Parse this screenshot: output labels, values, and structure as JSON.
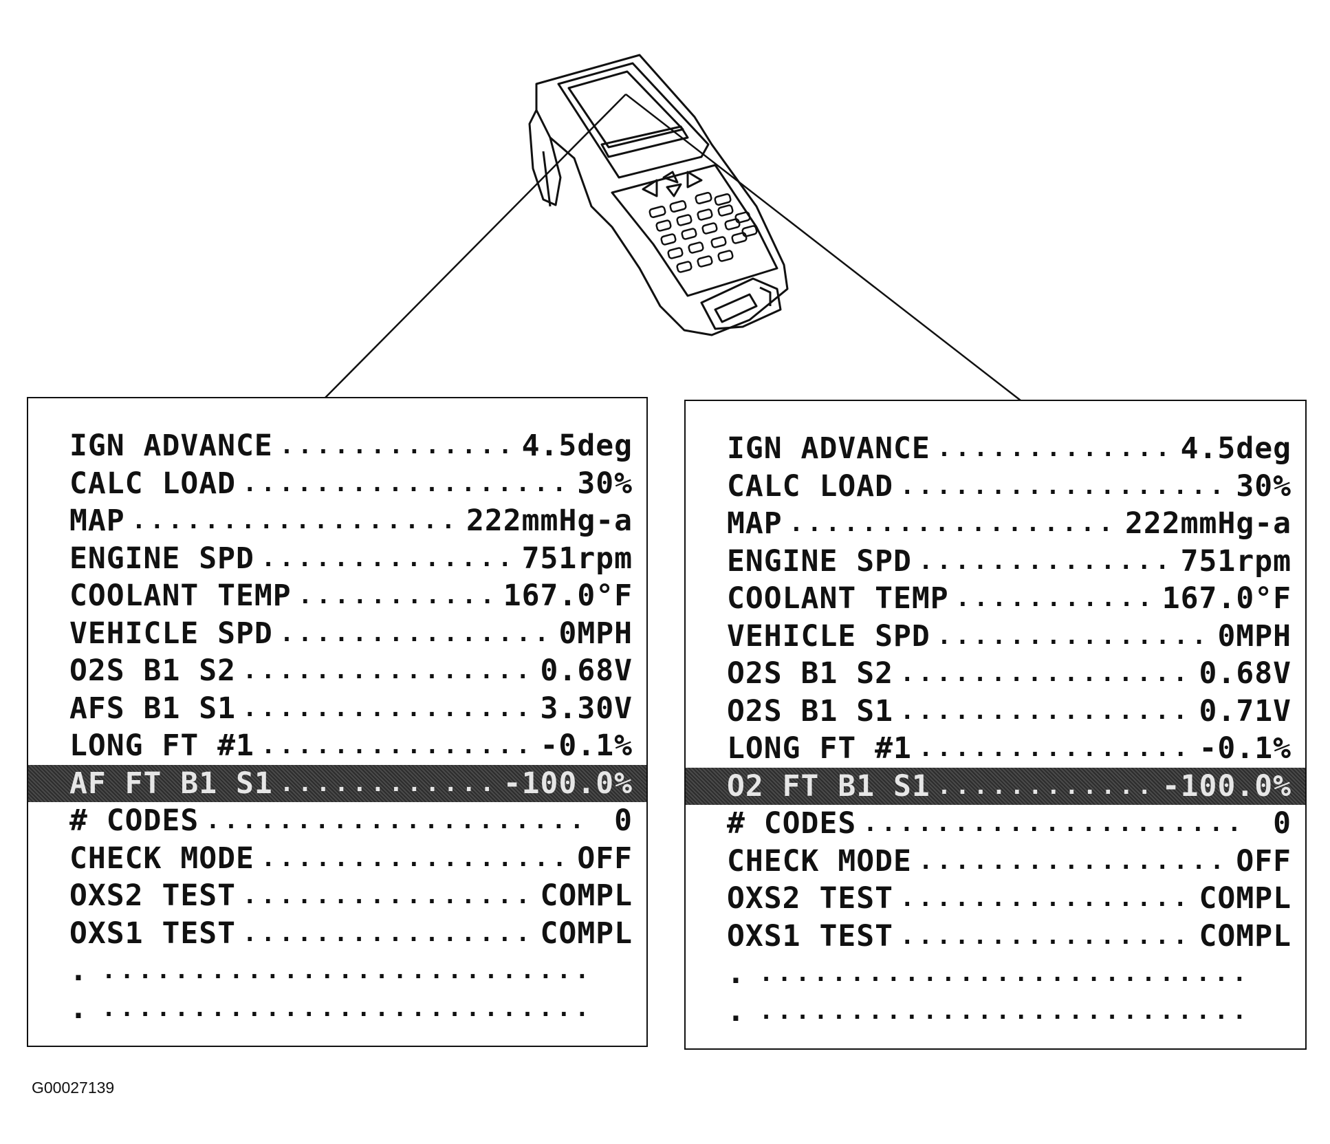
{
  "figure_id": "G00027139",
  "panel_left": {
    "rows": [
      {
        "label": "IGN ADVANCE",
        "value": "4.5deg"
      },
      {
        "label": "CALC LOAD",
        "value": "30%"
      },
      {
        "label": "MAP",
        "value": "222mmHg-a"
      },
      {
        "label": "ENGINE SPD",
        "value": "751rpm"
      },
      {
        "label": "COOLANT TEMP",
        "value": "167.0°F"
      },
      {
        "label": "VEHICLE SPD",
        "value": "0MPH"
      },
      {
        "label": "O2S B1 S2",
        "value": "0.68V"
      },
      {
        "label": "AFS B1 S1",
        "value": "3.30V"
      },
      {
        "label": "LONG FT #1",
        "value": "-0.1%"
      },
      {
        "label": "AF FT B1 S1",
        "value": "-100.0%"
      },
      {
        "label": "# CODES",
        "value": "0"
      },
      {
        "label": "CHECK MODE",
        "value": "OFF"
      },
      {
        "label": "OXS2 TEST",
        "value": "COMPL"
      },
      {
        "label": "OXS1 TEST",
        "value": "COMPL"
      },
      {
        "label": ".",
        "value": ""
      },
      {
        "label": ".",
        "value": ""
      }
    ]
  },
  "panel_right": {
    "rows": [
      {
        "label": "IGN ADVANCE",
        "value": "4.5deg"
      },
      {
        "label": "CALC LOAD",
        "value": "30%"
      },
      {
        "label": "MAP",
        "value": "222mmHg-a"
      },
      {
        "label": "ENGINE SPD",
        "value": "751rpm"
      },
      {
        "label": "COOLANT TEMP",
        "value": "167.0°F"
      },
      {
        "label": "VEHICLE SPD",
        "value": "0MPH"
      },
      {
        "label": "O2S B1 S2",
        "value": "0.68V"
      },
      {
        "label": "O2S B1 S1",
        "value": "0.71V"
      },
      {
        "label": "LONG FT #1",
        "value": "-0.1%"
      },
      {
        "label": "O2 FT B1 S1",
        "value": "-100.0%"
      },
      {
        "label": "# CODES",
        "value": "0"
      },
      {
        "label": "CHECK MODE",
        "value": "OFF"
      },
      {
        "label": "OXS2 TEST",
        "value": "COMPL"
      },
      {
        "label": "OXS1 TEST",
        "value": "COMPL"
      },
      {
        "label": ".",
        "value": ""
      },
      {
        "label": ".",
        "value": ""
      }
    ]
  },
  "highlighted_row_index": 9
}
